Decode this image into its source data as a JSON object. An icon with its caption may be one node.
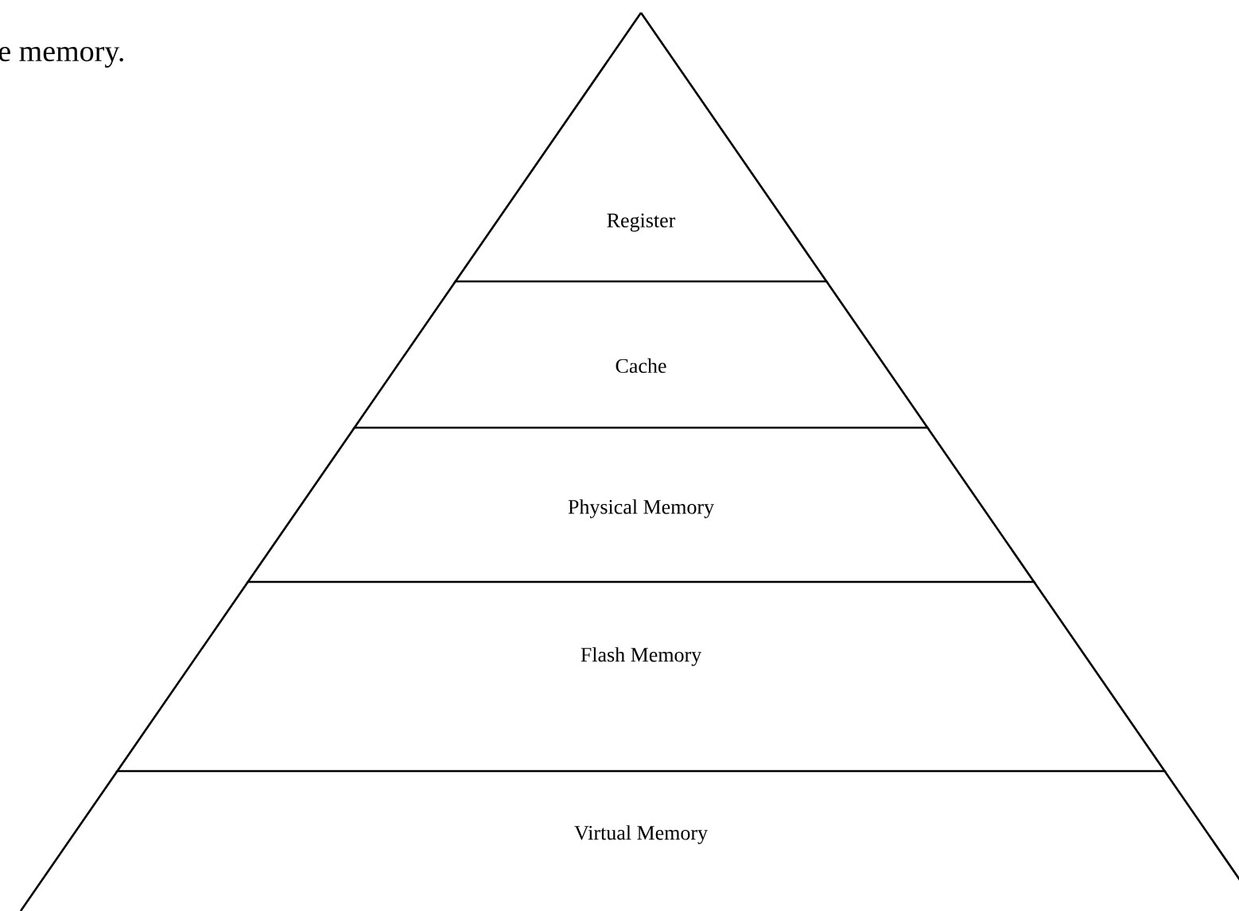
{
  "diagram": {
    "nodes": [
      {
        "text": [
          "Register"
        ]
      },
      {
        "text": [
          "Cache"
        ]
      },
      {
        "text": [
          "Physical Memory"
        ]
      },
      {
        "text": [
          "Flash Memory"
        ]
      },
      {
        "text": [
          "Virtual Memory"
        ]
      }
    ],
    "labels": [
      "e memory."
    ]
  }
}
